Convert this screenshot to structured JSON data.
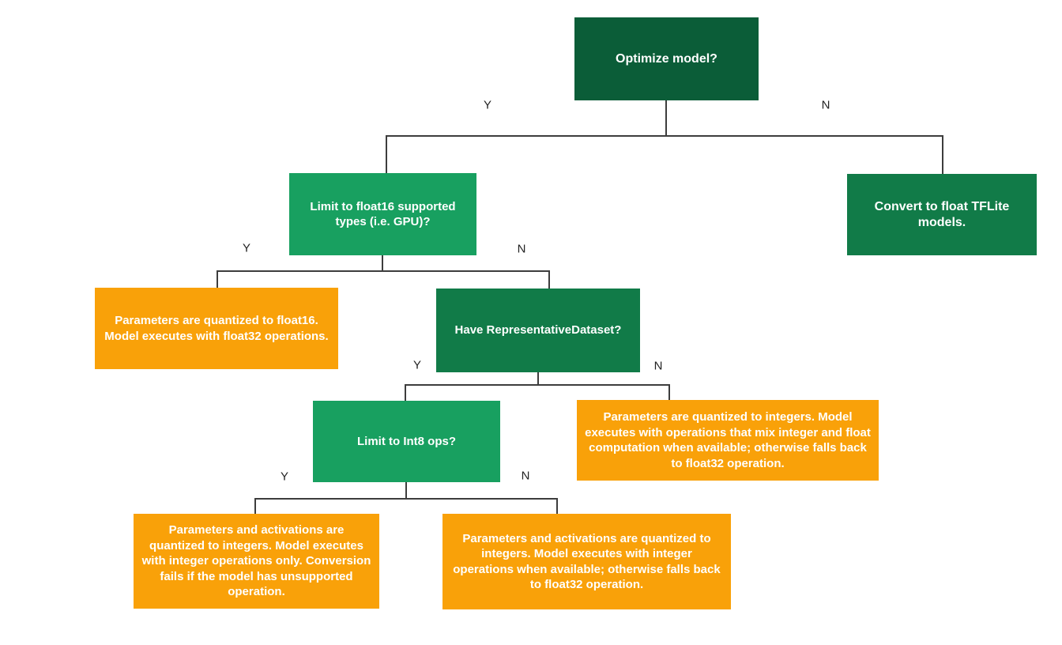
{
  "diagram": {
    "type": "decision-tree-flowchart",
    "colors": {
      "dark_green": "#0b5d38",
      "medium_green": "#117b48",
      "bright_green": "#18a060",
      "orange": "#f9a109",
      "connector": "#3d3d3d",
      "node_text": "#ffffff",
      "label_text": "#222222",
      "background": "#ffffff"
    },
    "nodes": [
      {
        "id": "optimize",
        "text": "Optimize model?",
        "color": "dark_green"
      },
      {
        "id": "limit-float16",
        "text": "Limit to float16 supported types (i.e. GPU)?",
        "color": "bright_green"
      },
      {
        "id": "convert-float",
        "text": "Convert to float TFLite models.",
        "color": "medium_green"
      },
      {
        "id": "float16-result",
        "text": "Parameters are quantized to float16. Model executes with float32 operations.",
        "color": "orange"
      },
      {
        "id": "have-representative-dataset",
        "text": "Have RepresentativeDataset?",
        "color": "medium_green"
      },
      {
        "id": "limit-int8",
        "text": "Limit to Int8 ops?",
        "color": "bright_green"
      },
      {
        "id": "mixed-int-float-result",
        "text": "Parameters are quantized to integers. Model executes with operations that mix integer and float computation when available; otherwise falls back to float32 operation.",
        "color": "orange"
      },
      {
        "id": "int-only-result",
        "text": "Parameters and activations are quantized to integers. Model executes with integer operations only. Conversion fails if the model has unsupported operation.",
        "color": "orange"
      },
      {
        "id": "int-fallback-result",
        "text": "Parameters and activations are quantized to integers. Model executes with integer operations when available; otherwise falls back to float32 operation.",
        "color": "orange"
      }
    ],
    "edges": [
      {
        "from": "optimize",
        "label": "Y",
        "to": "limit-float16"
      },
      {
        "from": "optimize",
        "label": "N",
        "to": "convert-float"
      },
      {
        "from": "limit-float16",
        "label": "Y",
        "to": "float16-result"
      },
      {
        "from": "limit-float16",
        "label": "N",
        "to": "have-representative-dataset"
      },
      {
        "from": "have-representative-dataset",
        "label": "Y",
        "to": "limit-int8"
      },
      {
        "from": "have-representative-dataset",
        "label": "N",
        "to": "mixed-int-float-result"
      },
      {
        "from": "limit-int8",
        "label": "Y",
        "to": "int-only-result"
      },
      {
        "from": "limit-int8",
        "label": "N",
        "to": "int-fallback-result"
      }
    ]
  }
}
